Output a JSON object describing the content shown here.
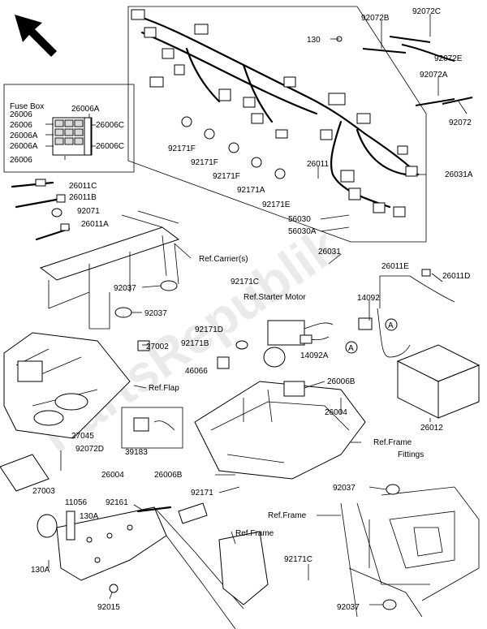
{
  "watermark": "PartsRepublik",
  "fuse_box": {
    "title": "Fuse Box",
    "labels": [
      "26006A",
      "26006",
      "26006A",
      "26006C",
      "26006",
      "26006A",
      "26006C",
      "26006"
    ]
  },
  "callouts": {
    "c130_top": "130",
    "c92072B": "92072B",
    "c92072C": "92072C",
    "c92072E": "92072E",
    "c92072A": "92072A",
    "c92072": "92072",
    "c26031A": "26031A",
    "c26011": "26011",
    "c56030": "56030",
    "c56030A": "56030A",
    "c92171F_1": "92171F",
    "c92171F_2": "92171F",
    "c92171F_3": "92171F",
    "c92171A": "92171A",
    "c92171E": "92171E",
    "c26011C": "26011C",
    "c26011B": "26011B",
    "c92071": "92071",
    "c26011A": "26011A",
    "ref_carrier": "Ref.Carrier(s)",
    "c26031": "26031",
    "c92037_1": "92037",
    "c92171C_top": "92171C",
    "c26011E": "26011E",
    "c26011D": "26011D",
    "ref_starter": "Ref.Starter Motor",
    "c92037_2": "92037",
    "c14092": "14092",
    "c92171D": "92171D",
    "c27002": "27002",
    "c92171B": "92171B",
    "c14092A": "14092A",
    "c46066": "46066",
    "c26006B_top": "26006B",
    "ref_flap": "Ref.Flap",
    "c26004_right": "26004",
    "c26012": "26012",
    "c27045": "27045",
    "c92072D": "92072D",
    "c39183": "39183",
    "ref_frame_fittings_1": "Ref.Frame",
    "ref_frame_fittings_2": "Fittings",
    "c26004_left": "26004",
    "c26006B_bot": "26006B",
    "c92171": "92171",
    "c92037_3": "92037",
    "c27003": "27003",
    "c11056": "11056",
    "c92161": "92161",
    "c130A_1": "130A",
    "ref_frame_mid": "Ref.Frame",
    "ref_frame_right": "Ref.Frame",
    "c130A_2": "130A",
    "c92171C_bot": "92171C",
    "c92015": "92015",
    "c92037_4": "92037",
    "marker_a": "A"
  }
}
